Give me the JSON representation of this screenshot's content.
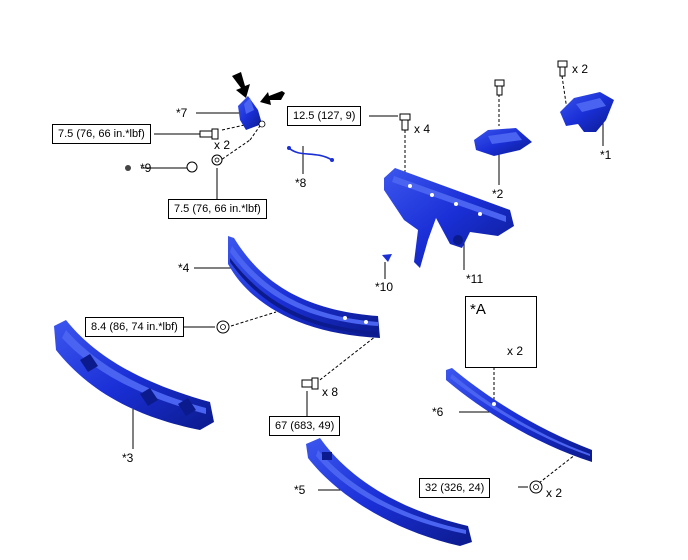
{
  "parts": {
    "p1": "*1",
    "p2": "*2",
    "p3": "*3",
    "p4": "*4",
    "p5": "*5",
    "p6": "*6",
    "p7": "*7",
    "p8": "*8",
    "p9": "*9",
    "p10": "*10",
    "p11": "*11"
  },
  "inset_label": "*A",
  "torques": {
    "t1": "7.5 (76, 66 in.*lbf)",
    "t2": "7.5 (76, 66 in.*lbf)",
    "t3": "12.5 (127, 9)",
    "t4": "8.4 (86, 74 in.*lbf)",
    "t5": "67 (683, 49)",
    "t6": "32 (326, 24)"
  },
  "quantities": {
    "q1": "x 2",
    "q2": "x 2",
    "q3": "x 4",
    "q4": "x 8",
    "q5": "x 2",
    "q6": "x 2"
  },
  "colors": {
    "part_fill": "#1a2fd6",
    "part_dark": "#0b1a8c",
    "part_light": "#4a63f0",
    "line": "#000000",
    "bolt": "#ffffff"
  }
}
